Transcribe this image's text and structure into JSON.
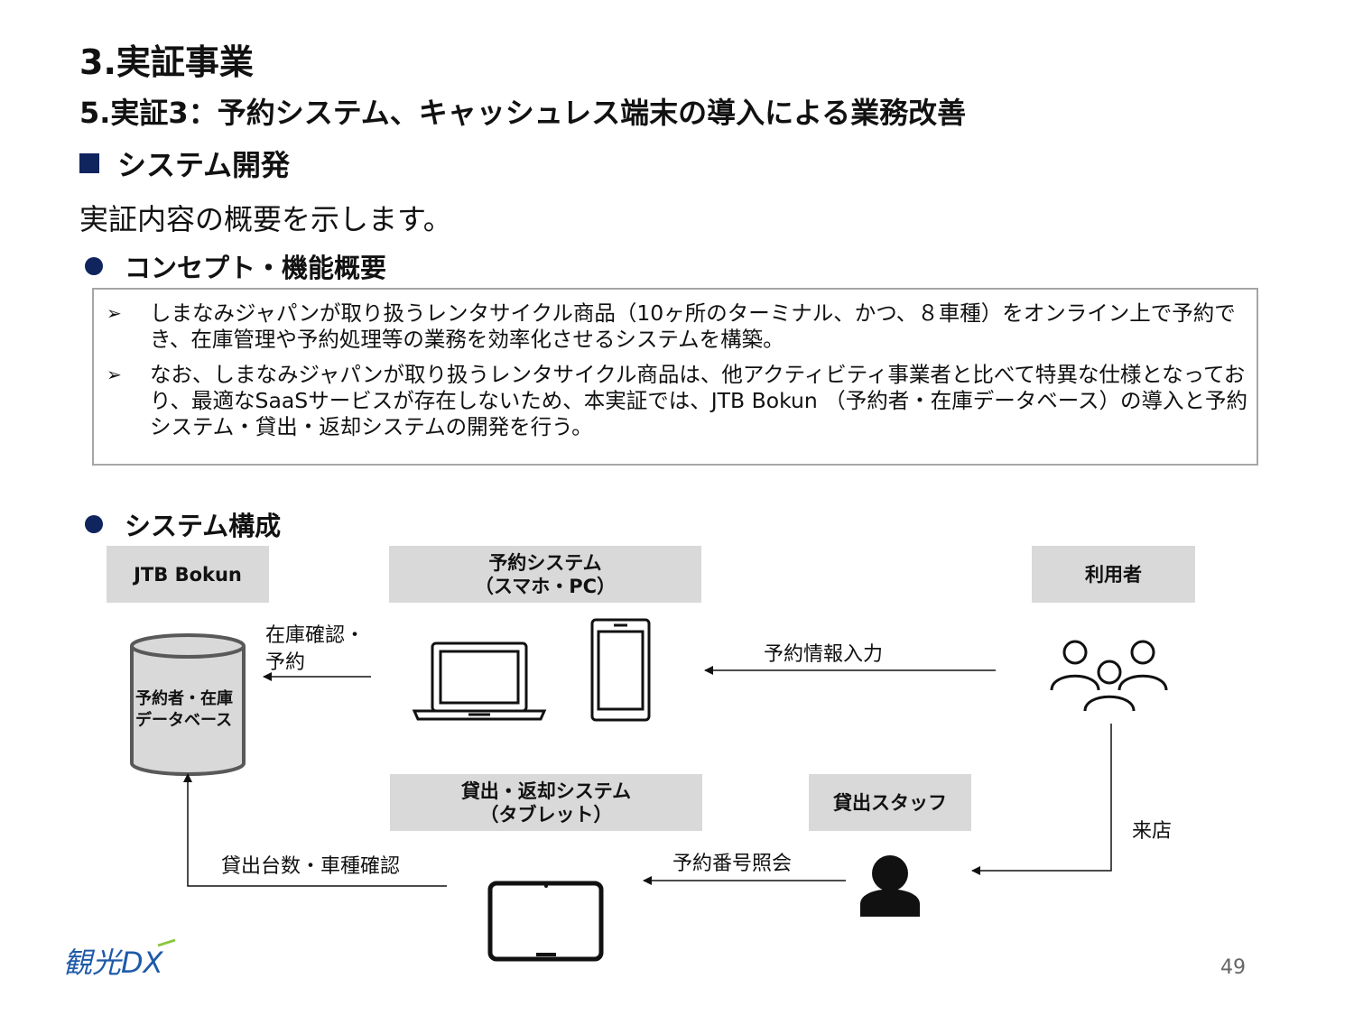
{
  "header": {
    "section_title": "3.実証事業",
    "subtitle": "5.実証3：予約システム、キャッシュレス端末の導入による業務改善",
    "heading": "システム開発",
    "intro": "実証内容の概要を示します。"
  },
  "concept": {
    "heading": "コンセプト・機能概要",
    "items": [
      {
        "marker": "➢",
        "text": "しまなみジャパンが取り扱うレンタサイクル商品（10ヶ所のターミナル、かつ、８車種）をオンライン上で予約でき、在庫管理や予約処理等の業務を効率化させるシステムを構築。"
      },
      {
        "marker": "➢",
        "text": "なお、しまなみジャパンが取り扱うレンタサイクル商品は、他アクティビティ事業者と比べて特異な仕様となっており、最適なSaaSサービスが存在しないため、本実証では、JTB Bokun （予約者・在庫データベース）の導入と予約システム・貸出・返却システムの開発を行う。"
      }
    ]
  },
  "system": {
    "heading": "システム構成",
    "labels": {
      "jtb": "JTB Bokun",
      "reservation": "予約システム\n（スマホ・PC）",
      "user": "利用者",
      "lending": "貸出・返却システム\n（タブレット）",
      "staff": "貸出スタッフ"
    },
    "db_label": "予約者・在庫\nデータベース",
    "arrows": {
      "stock_check": "在庫確認・\n予約",
      "reservation_input": "予約情報入力",
      "visit": "来店",
      "reservation_lookup": "予約番号照会",
      "lending_check": "貸出台数・車種確認"
    }
  },
  "footer": {
    "logo_text": "観光DX",
    "page_number": "49"
  },
  "colors": {
    "accent": "#10245e",
    "label_bg": "#d9d9d9",
    "box_border": "#a6a6a6"
  }
}
